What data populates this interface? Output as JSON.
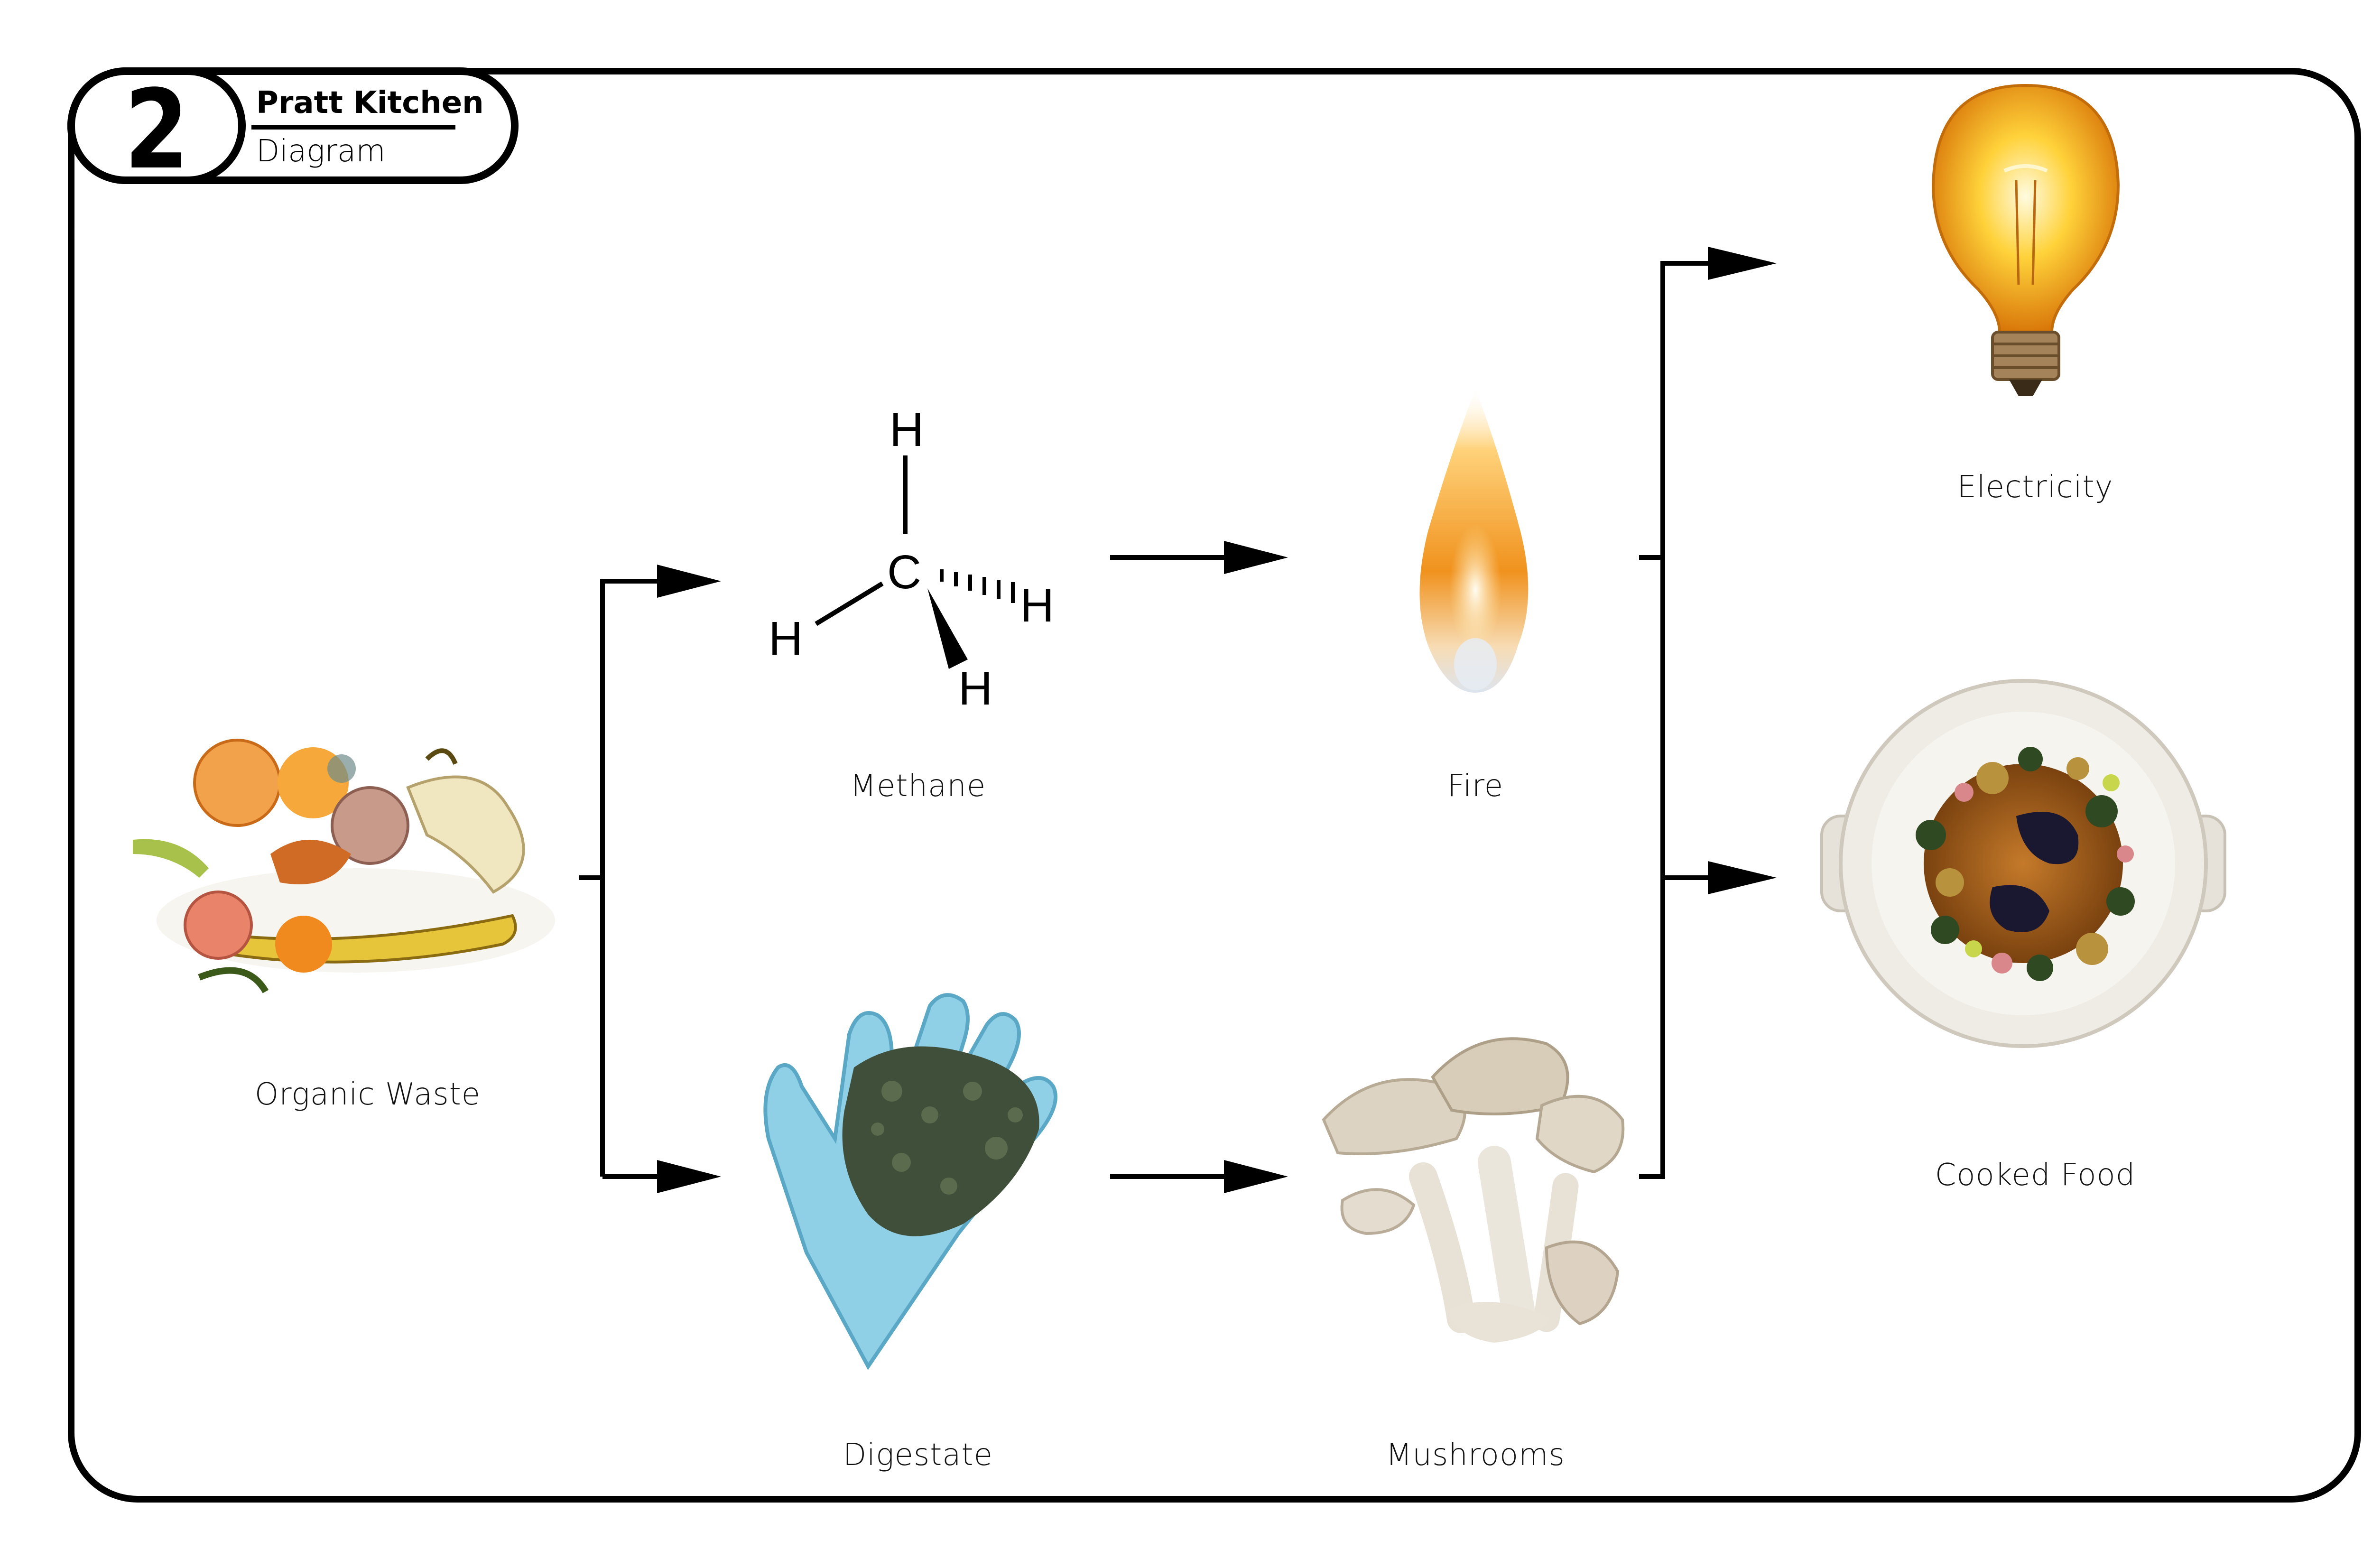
{
  "badge": {
    "number": "2",
    "title": "Pratt Kitchen",
    "subtitle": "Diagram"
  },
  "nodes": {
    "organic_waste": "Organic Waste",
    "methane": "Methane",
    "digestate": "Digestate",
    "fire": "Fire",
    "mushrooms": "Mushrooms",
    "electricity": "Electricity",
    "cooked_food": "Cooked Food"
  },
  "molecule": {
    "center": "C",
    "h1": "H",
    "h2": "H",
    "h3": "H",
    "h4": "H"
  },
  "colors": {
    "frame": "#000000",
    "glove": "#8fd0e6",
    "digestate": "#3f4f3a",
    "bulb": "#f7b81c",
    "flame": "#f5a623",
    "bowl": "#efece6",
    "broth": "#a8641e"
  }
}
